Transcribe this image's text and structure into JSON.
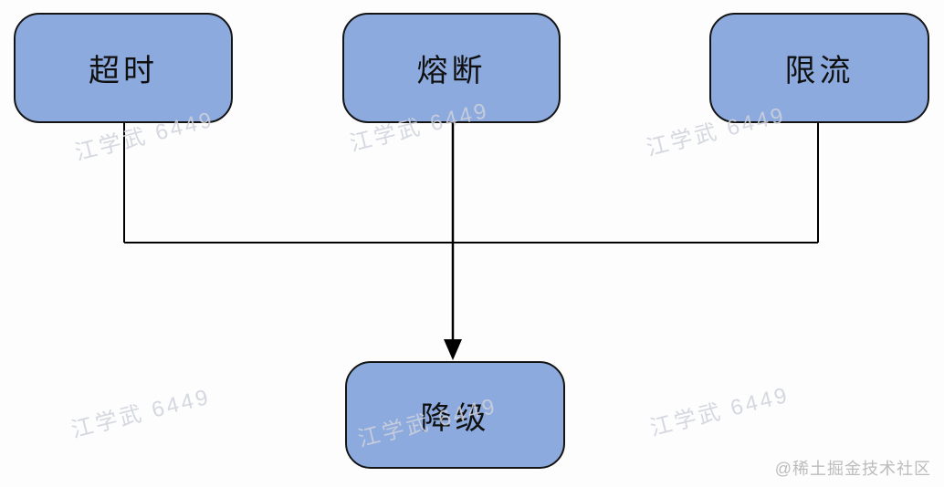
{
  "diagram": {
    "type": "flowchart",
    "nodes": [
      {
        "id": "timeout",
        "label": "超时"
      },
      {
        "id": "fuse",
        "label": "熔断"
      },
      {
        "id": "rate-limit",
        "label": "限流"
      },
      {
        "id": "degrade",
        "label": "降级"
      }
    ],
    "edges": [
      {
        "from": "timeout",
        "to": "degrade"
      },
      {
        "from": "fuse",
        "to": "degrade"
      },
      {
        "from": "rate-limit",
        "to": "degrade"
      }
    ],
    "colors": {
      "node_fill": "#8caade",
      "node_border": "#141414",
      "connector": "#000000",
      "watermark": "#ced1da",
      "credit_text": "#bcbcbe"
    }
  },
  "watermarks": {
    "repeated_text": "江学武 6449",
    "credit": "@稀土掘金技术社区"
  }
}
